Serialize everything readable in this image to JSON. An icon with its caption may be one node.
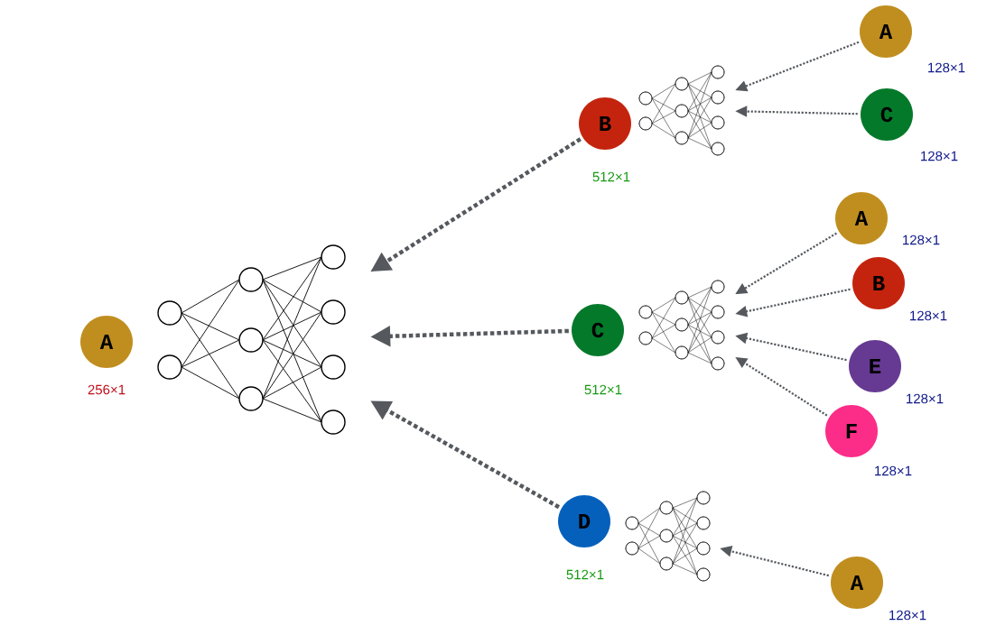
{
  "diagram": {
    "nodes": [
      {
        "text": [
          "A"
        ],
        "beside": [
          "256×1"
        ]
      },
      {
        "text": [],
        "shape": "network"
      },
      {
        "text": [
          "B"
        ],
        "beside": [
          "512×1"
        ]
      },
      {
        "text": [],
        "shape": "network"
      },
      {
        "text": [
          "A"
        ],
        "beside": [
          "128×1"
        ]
      },
      {
        "text": [
          "C"
        ],
        "beside": [
          "128×1"
        ]
      },
      {
        "text": [
          "C"
        ],
        "beside": [
          "512×1"
        ]
      },
      {
        "text": [],
        "shape": "network"
      },
      {
        "text": [
          "A"
        ],
        "beside": [
          "128×1"
        ]
      },
      {
        "text": [
          "B"
        ],
        "beside": [
          "128×1"
        ]
      },
      {
        "text": [
          "E"
        ],
        "beside": [
          "128×1"
        ]
      },
      {
        "text": [
          "F"
        ],
        "beside": [
          "128×1"
        ]
      },
      {
        "text": [
          "D"
        ],
        "beside": [
          "512×1"
        ]
      },
      {
        "text": [],
        "shape": "network"
      },
      {
        "text": [
          "A"
        ],
        "beside": [
          "128×1"
        ]
      }
    ],
    "edges": [
      {
        "from": 2,
        "to": 1,
        "arrow": "to",
        "style": "dashed"
      },
      {
        "from": 6,
        "to": 1,
        "arrow": "to",
        "style": "dashed"
      },
      {
        "from": 12,
        "to": 1,
        "arrow": "to",
        "style": "dashed"
      },
      {
        "from": 4,
        "to": 3,
        "arrow": "to"
      },
      {
        "from": 5,
        "to": 3,
        "arrow": "to"
      },
      {
        "from": 8,
        "to": 7,
        "arrow": "to"
      },
      {
        "from": 9,
        "to": 7,
        "arrow": "to"
      },
      {
        "from": 10,
        "to": 7,
        "arrow": "to"
      },
      {
        "from": 11,
        "to": 7,
        "arrow": "to"
      },
      {
        "from": 14,
        "to": 13,
        "arrow": "to"
      }
    ]
  }
}
